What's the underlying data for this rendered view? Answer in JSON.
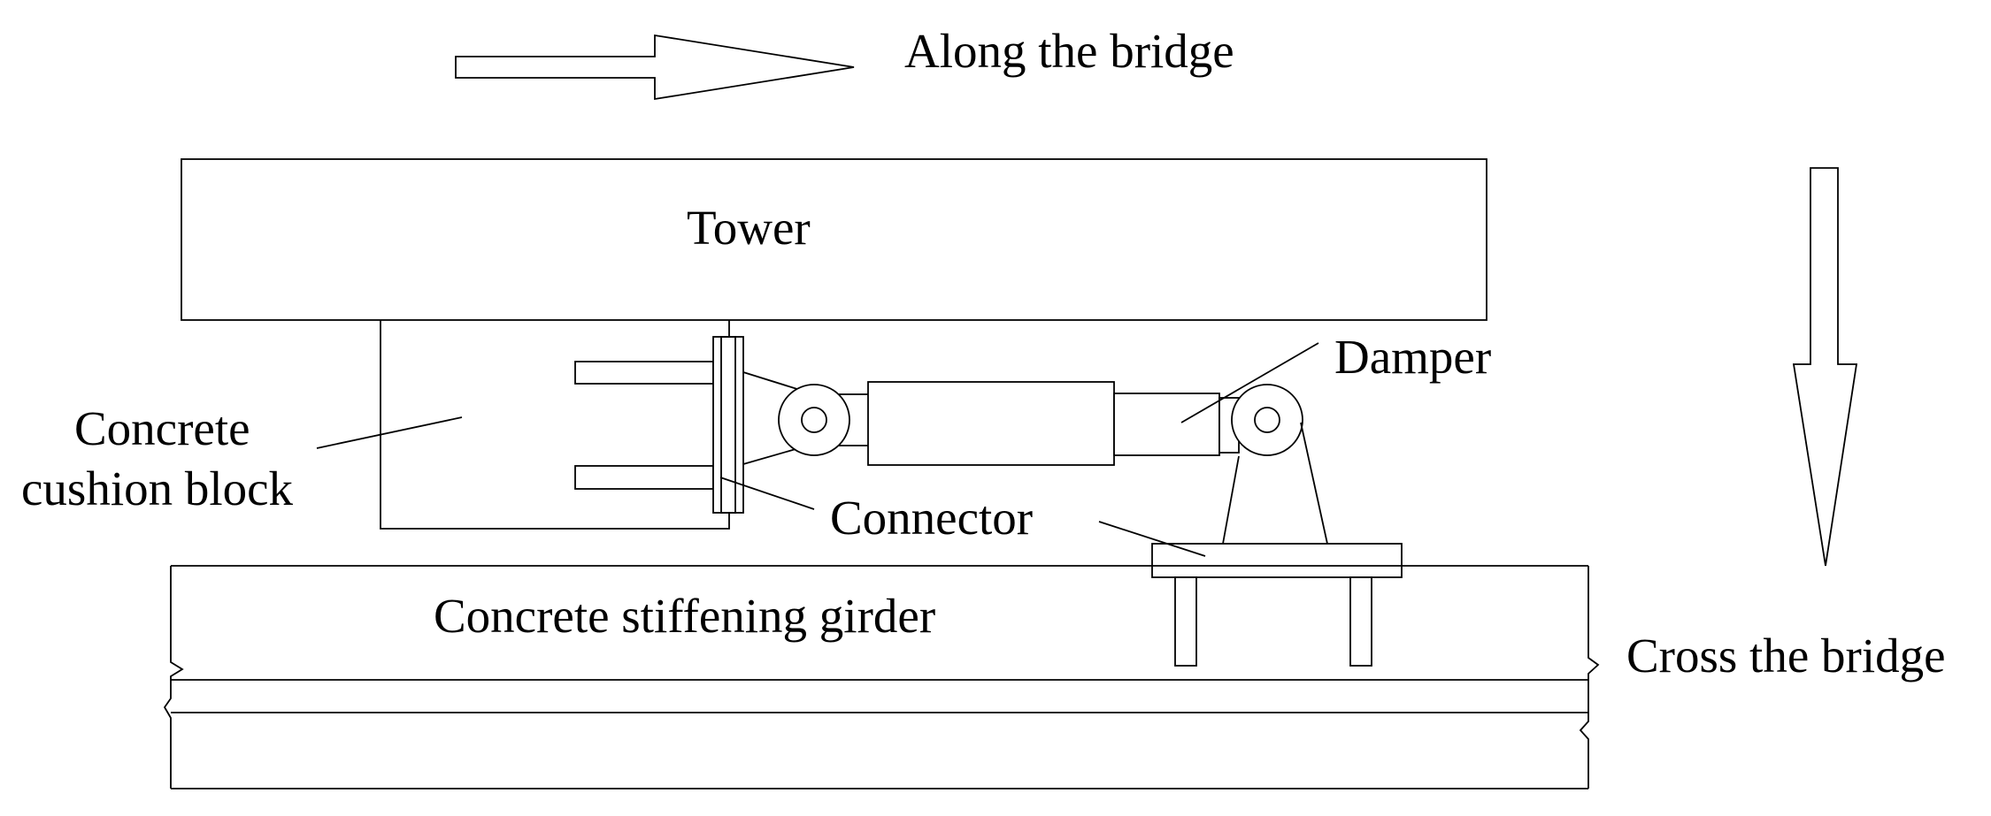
{
  "labels": {
    "along": "Along the bridge",
    "tower": "Tower",
    "damper": "Damper",
    "cushion_line1": "Concrete",
    "cushion_line2": "cushion block",
    "connector": "Connector",
    "girder": "Concrete stiffening girder",
    "cross": "Cross the bridge"
  }
}
